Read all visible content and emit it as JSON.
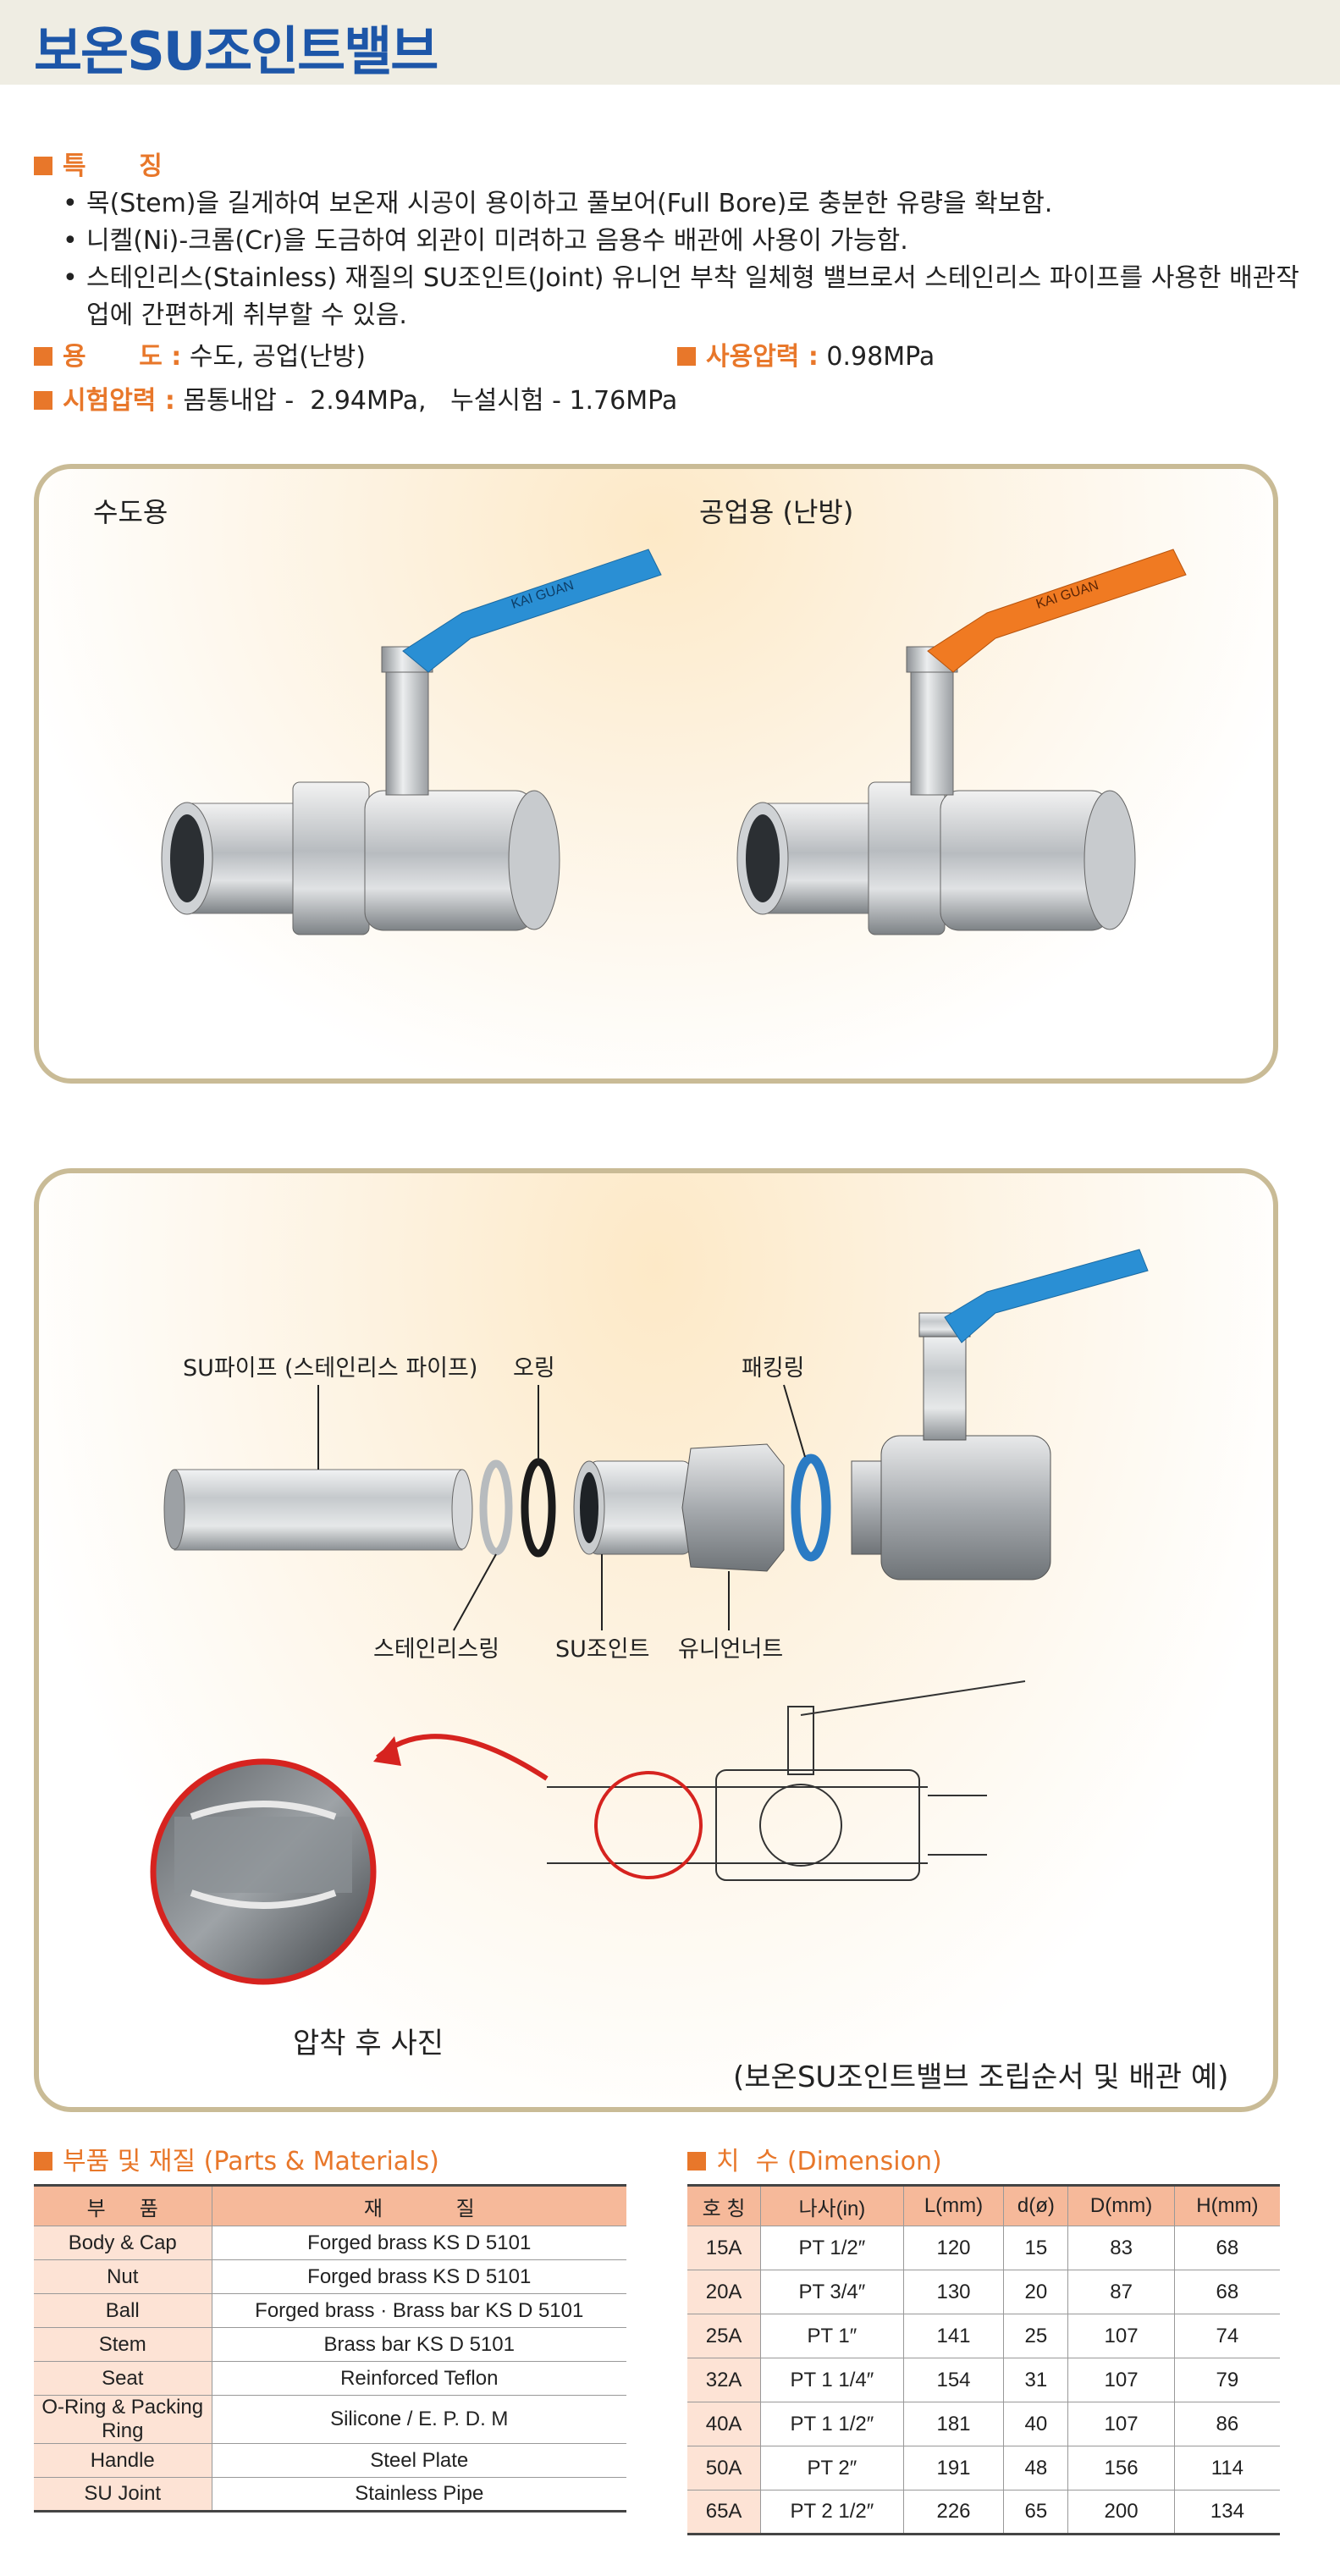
{
  "header": {
    "title": "보온SU조인트밸브"
  },
  "features": {
    "label": "특      징",
    "items": [
      "목(Stem)을 길게하여 보온재 시공이 용이하고 풀보어(Full Bore)로 충분한 유량을 확보함.",
      "니켈(Ni)-크롬(Cr)을 도금하여 외관이 미려하고 음용수 배관에 사용이 가능함.",
      "스테인리스(Stainless) 재질의 SU조인트(Joint) 유니언 부착 일체형 밸브로서 스테인리스 파이프를 사용한 배관작업에 간편하게 취부할 수 있음."
    ]
  },
  "usage": {
    "label": "용      도 :",
    "value": "수도, 공업(난방)"
  },
  "pressure": {
    "label": "사용압력 :",
    "value": "0.98MPa"
  },
  "test": {
    "label": "시험압력 :",
    "value": "몸통내압 -  2.94MPa,   누설시험 - 1.76MPa"
  },
  "products": {
    "water_label": "수도용",
    "industrial_label": "공업용 (난방)",
    "handle_text": "KAI GUAN"
  },
  "assembly": {
    "parts": {
      "pipe": "SU파이프 (스테인리스 파이프)",
      "oring": "오링",
      "packing": "패킹링",
      "stainless_ring": "스테인리스링",
      "su_joint": "SU조인트",
      "union_nut": "유니언너트"
    },
    "after_press": "압착 후 사진",
    "caption": "(보온SU조인트밸브 조립순서 및 배관 예)"
  },
  "materials": {
    "title_ko": "부품 및 재질",
    "title_en": "(Parts & Materials)",
    "headers": [
      "부      품",
      "재             질"
    ],
    "rows": [
      [
        "Body & Cap",
        "Forged brass KS D 5101"
      ],
      [
        "Nut",
        "Forged brass KS D 5101"
      ],
      [
        "Ball",
        "Forged brass  ·  Brass bar KS D 5101"
      ],
      [
        "Stem",
        "Brass bar KS D 5101"
      ],
      [
        "Seat",
        "Reinforced Teflon"
      ],
      [
        "O-Ring & Packing Ring",
        "Silicone / E. P. D. M"
      ],
      [
        "Handle",
        "Steel Plate"
      ],
      [
        "SU Joint",
        "Stainless Pipe"
      ]
    ]
  },
  "dimension": {
    "title_ko": "치  수",
    "title_en": "(Dimension)",
    "headers": [
      "호  칭",
      "나사(in)",
      "L(mm)",
      "d(ø)",
      "D(mm)",
      "H(mm)"
    ],
    "rows": [
      [
        "15A",
        "PT 1/2″",
        "120",
        "15",
        "83",
        "68"
      ],
      [
        "20A",
        "PT 3/4″",
        "130",
        "20",
        "87",
        "68"
      ],
      [
        "25A",
        "PT 1″",
        "141",
        "25",
        "107",
        "74"
      ],
      [
        "32A",
        "PT 1 1/4″",
        "154",
        "31",
        "107",
        "79"
      ],
      [
        "40A",
        "PT 1 1/2″",
        "181",
        "40",
        "107",
        "86"
      ],
      [
        "50A",
        "PT 2″",
        "191",
        "48",
        "156",
        "114"
      ],
      [
        "65A",
        "PT 2 1/2″",
        "226",
        "65",
        "200",
        "134"
      ]
    ]
  },
  "colors": {
    "title_blue": "#1d56a8",
    "accent_orange": "#e8772a",
    "header_salmon": "#f6b99a",
    "handle_blue": "#2a8fd4",
    "handle_orange": "#f07a22"
  }
}
